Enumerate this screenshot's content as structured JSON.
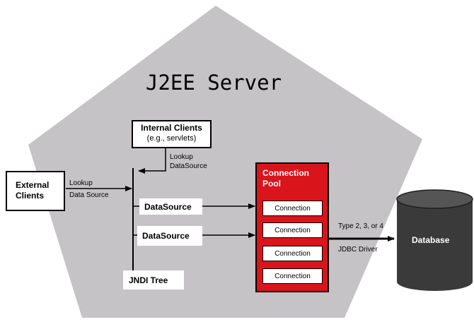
{
  "title": "J2EE Server",
  "internal_clients": {
    "line1": "Internal Clients",
    "line2": "(e.g., servlets)"
  },
  "external_clients": {
    "line1": "External",
    "line2": "Clients"
  },
  "lookup_internal": {
    "line1": "Lookup",
    "line2": "DataSource"
  },
  "lookup_external": {
    "line1": "Lookup",
    "line2": "Data Source"
  },
  "datasources": [
    "DataSource",
    "DataSource"
  ],
  "jndi_tree": "JNDI Tree",
  "connection_pool": {
    "title_line1": "Connection",
    "title_line2": "Pool",
    "connections": [
      "Connection",
      "Connection",
      "Connection",
      "Connection"
    ]
  },
  "driver": {
    "line1": "Type 2, 3, or 4",
    "line2": "JDBC Driver"
  },
  "database": "Database",
  "colors": {
    "server": "#c6c3c6",
    "pool": "#d9141b",
    "database": "#3a3a3a"
  }
}
